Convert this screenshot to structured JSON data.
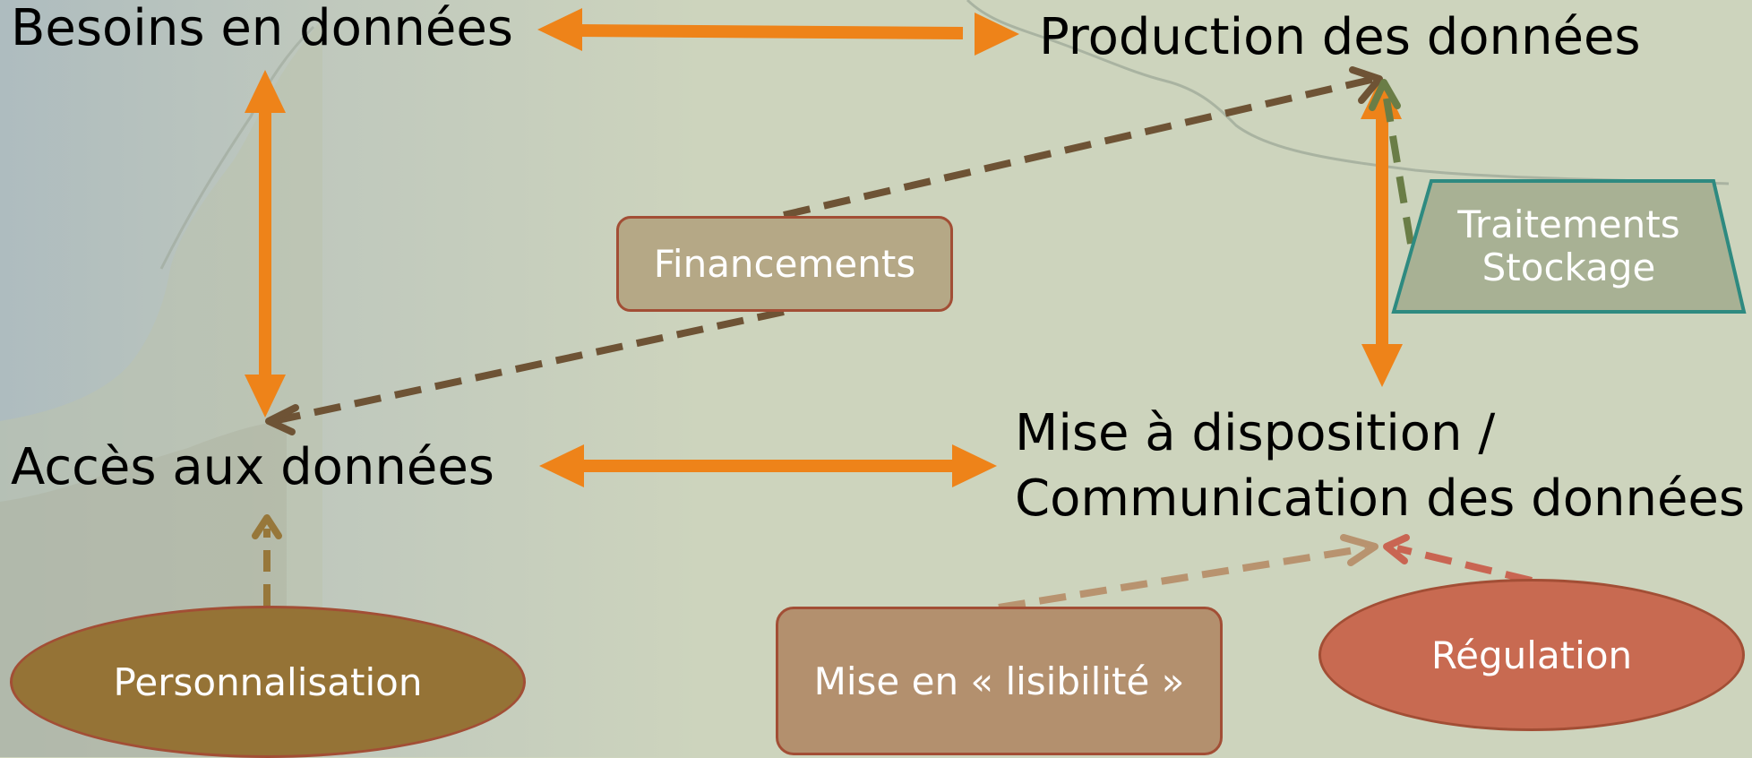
{
  "nodes": {
    "besoins": "Besoins en données",
    "production": "Production des données",
    "acces": "Accès aux données",
    "mise_dispo_line1": "Mise à disposition /",
    "mise_dispo_line2": "Communication des données"
  },
  "boxes": {
    "financements": "Financements",
    "traitements_line1": "Traitements",
    "traitements_line2": "Stockage",
    "personnalisation": "Personnalisation",
    "lisibilite": "Mise en « lisibilité »",
    "regulation": "Régulation"
  },
  "colors": {
    "primary_arrow": "#ee8319",
    "financement_arrow": "#6e5335",
    "traitement_arrow": "#6a7d46",
    "personnalisation_arrow": "#97773a",
    "lisibilite_arrow": "#b8936f",
    "regulation_arrow": "#c96552",
    "financements_fill": "#b5a886",
    "traitements_fill": "#a8b194",
    "personnalisation_fill": "#957336",
    "lisibilite_fill": "#b3906e",
    "regulation_fill": "#c86a51"
  }
}
